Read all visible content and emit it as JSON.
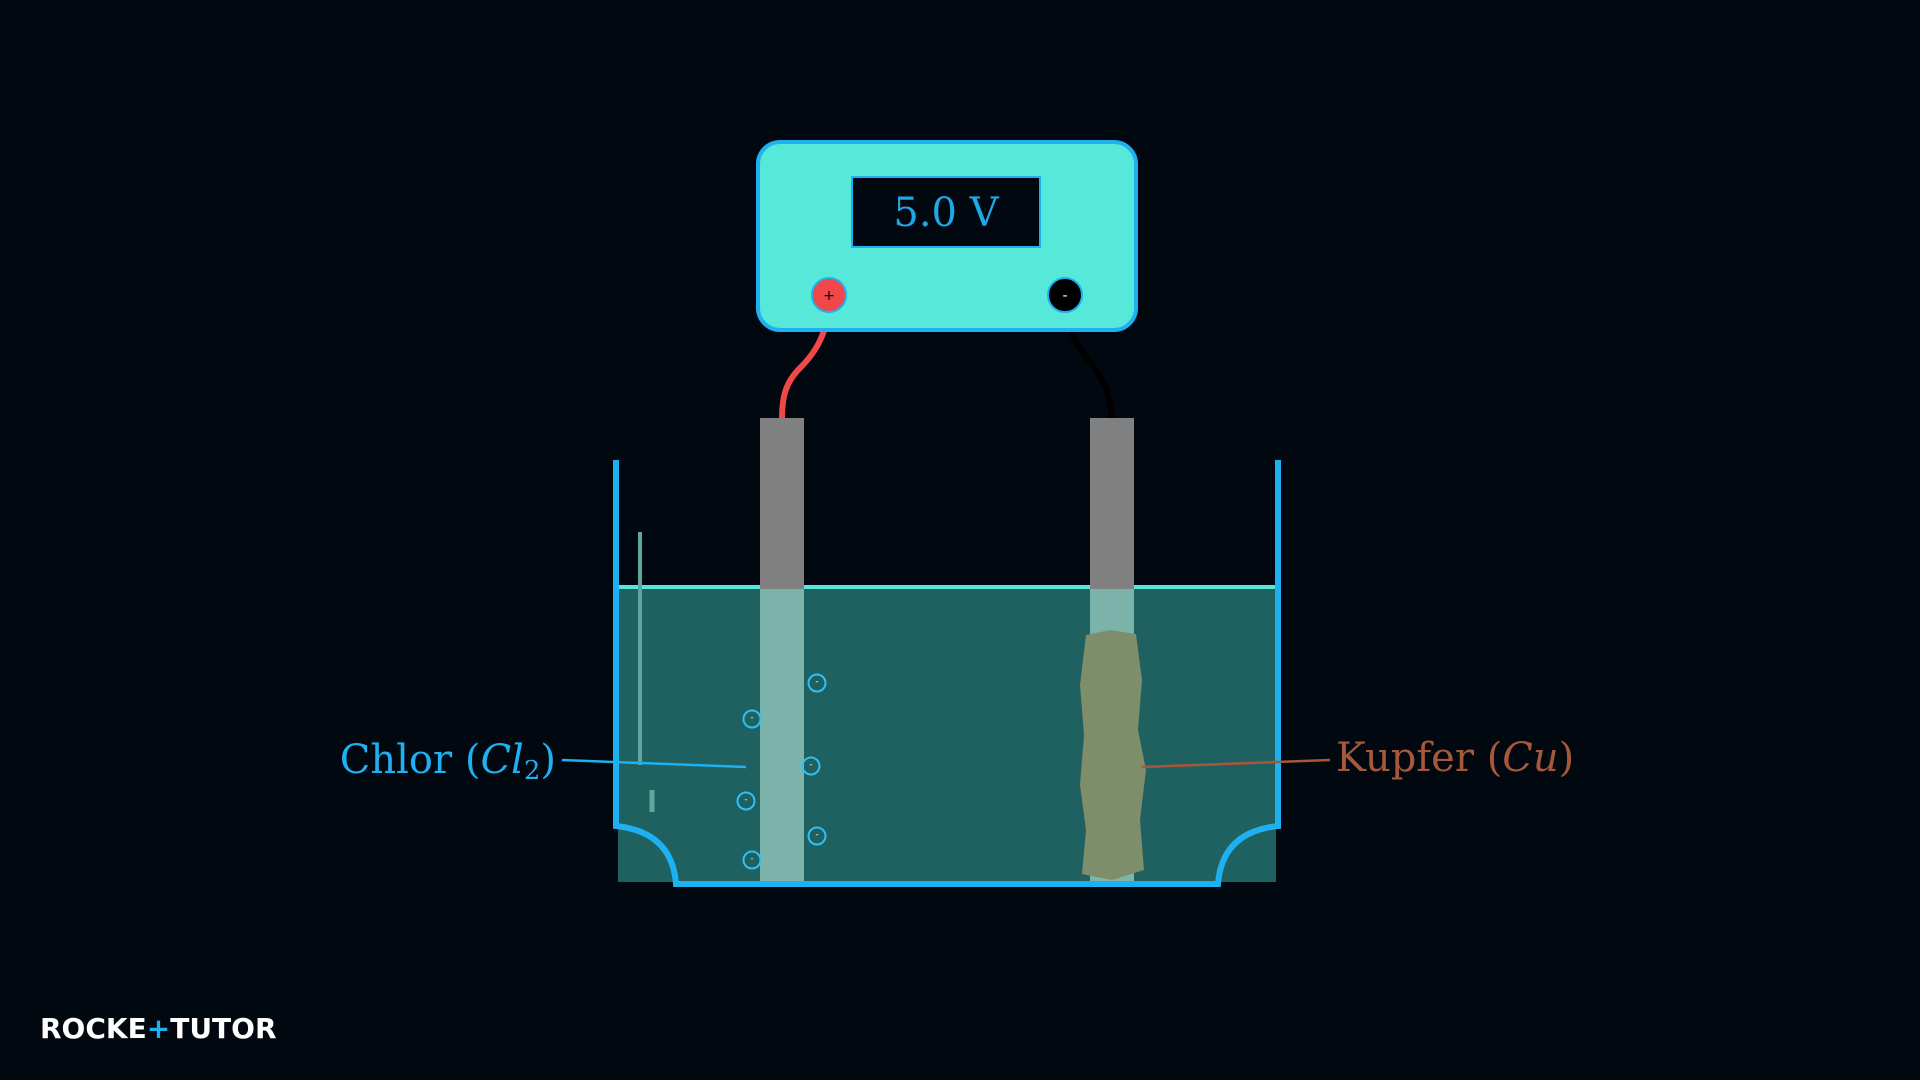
{
  "voltmeter": {
    "display": "5.0 V",
    "plus_symbol": "+",
    "minus_symbol": "-"
  },
  "labels": {
    "anode": {
      "name": "Chlor ",
      "open": "(",
      "formula_main": "Cl",
      "formula_sub": "2",
      "close": ")"
    },
    "cathode": {
      "name": "Kupfer ",
      "open": "(",
      "formula_main": "Cu",
      "close": ")"
    }
  },
  "bubble_symbol": "-",
  "logo": {
    "part1": "ROCKE",
    "plus": "+",
    "part2": "TUTO",
    "part3": "R"
  },
  "colors": {
    "background": "#020810",
    "beaker": "#1EB0F0",
    "voltmeter_body": "#56E8D8",
    "display_bg": "#020810",
    "display_text": "#1EA8E8",
    "solution": "#1F6060",
    "solution_surface": "#56E8D8",
    "electrode": "#808080",
    "plus_terminal": "#F04848",
    "minus_terminal": "#000000",
    "copper_deposit": "#7E8E6A",
    "chlorine_label": "#1EB0F0",
    "copper_label": "#A8583A",
    "logo": "#FFFFFF",
    "logo_accent": "#1EB0F0"
  }
}
